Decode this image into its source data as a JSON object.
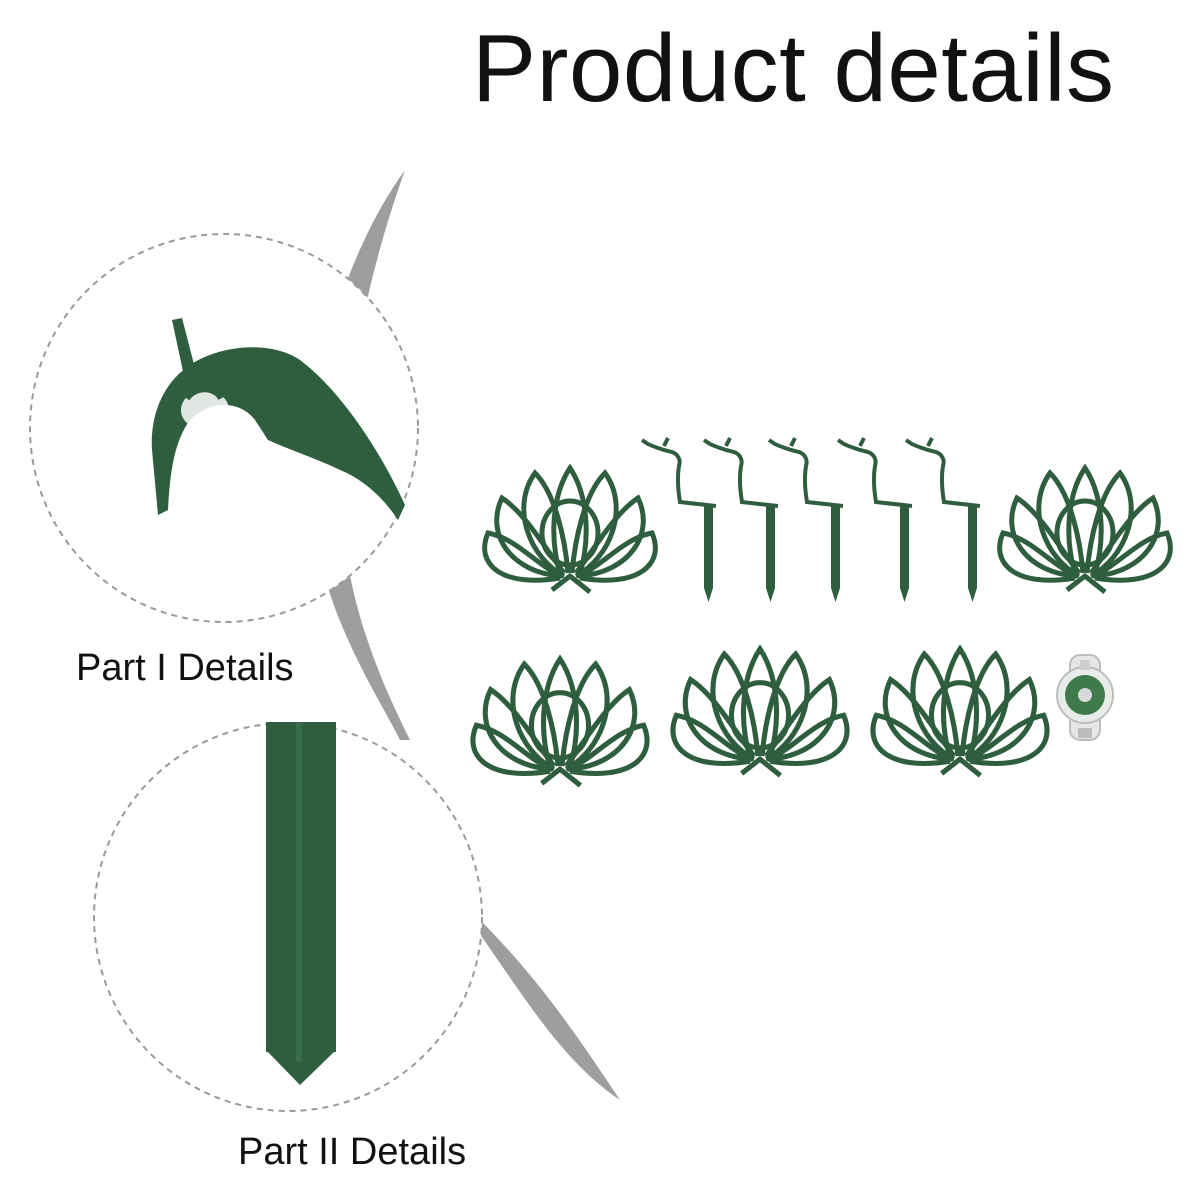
{
  "header": {
    "title": "Product details"
  },
  "detail_views": [
    {
      "label": "Part I Details",
      "icon": "peacock-head-hook-icon"
    },
    {
      "label": "Part II Details",
      "icon": "stake-tip-icon"
    }
  ],
  "product_set": {
    "items": [
      {
        "name": "flower-support-ring-icon",
        "count": 5
      },
      {
        "name": "peacock-stake-icon",
        "count": 5
      },
      {
        "name": "garden-twist-tie-reel-icon",
        "count": 1
      }
    ]
  },
  "colors": {
    "plastic_green": "#2f5e3f",
    "accent_gray": "#9e9e9e",
    "dashed_circle": "#9a9a9a"
  }
}
